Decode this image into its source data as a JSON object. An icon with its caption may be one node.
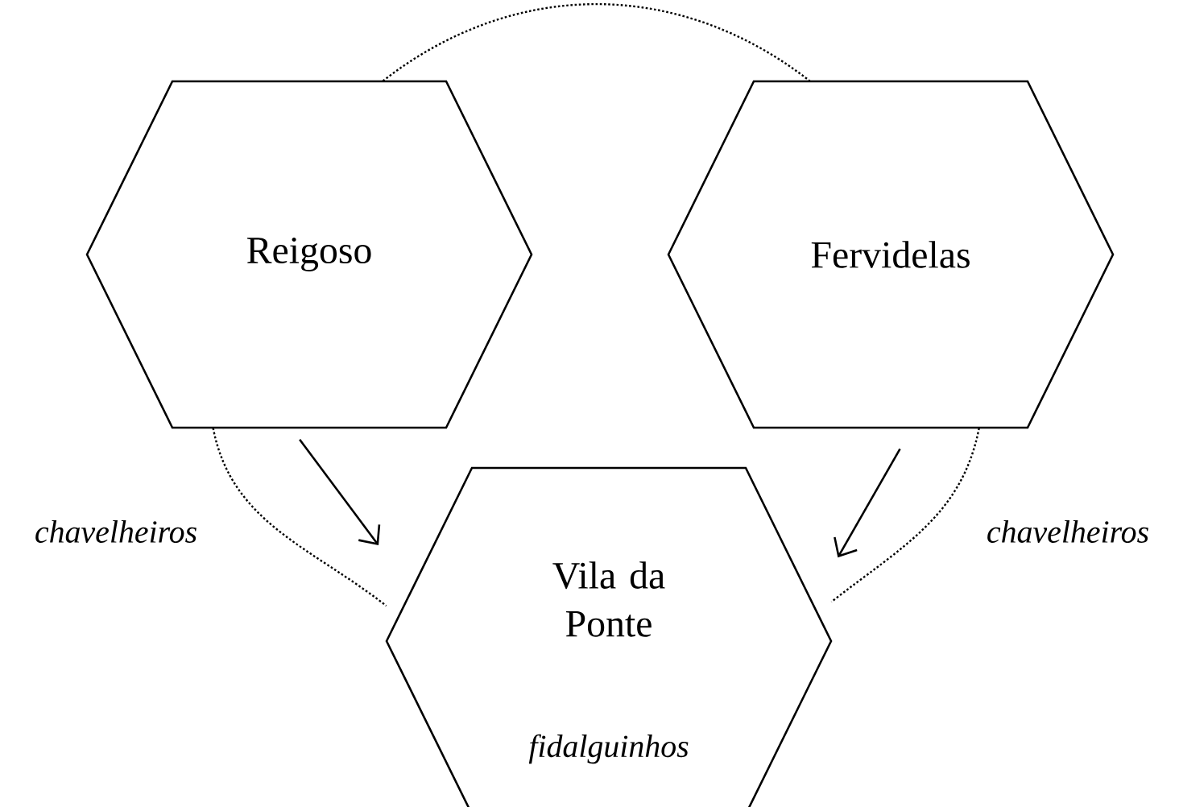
{
  "diagram": {
    "nodes": [
      {
        "text": [
          "Reigoso"
        ]
      },
      {
        "text": [
          "Fervidelas"
        ]
      },
      {
        "text": [
          "Vila da Ponte",
          "fidalguinhos"
        ]
      }
    ],
    "edges": [
      {
        "from": 0,
        "to": 2,
        "arrow": "to"
      },
      {
        "from": 1,
        "to": 2,
        "arrow": "to"
      },
      {
        "from": 0,
        "to": 1,
        "arrow": "none",
        "style": "dashed"
      },
      {
        "from": 0,
        "to": 2,
        "arrow": "none",
        "style": "dashed",
        "label": "chavelheiros"
      },
      {
        "from": 1,
        "to": 2,
        "arrow": "none",
        "style": "dashed",
        "label": "chavelheiros"
      }
    ]
  }
}
